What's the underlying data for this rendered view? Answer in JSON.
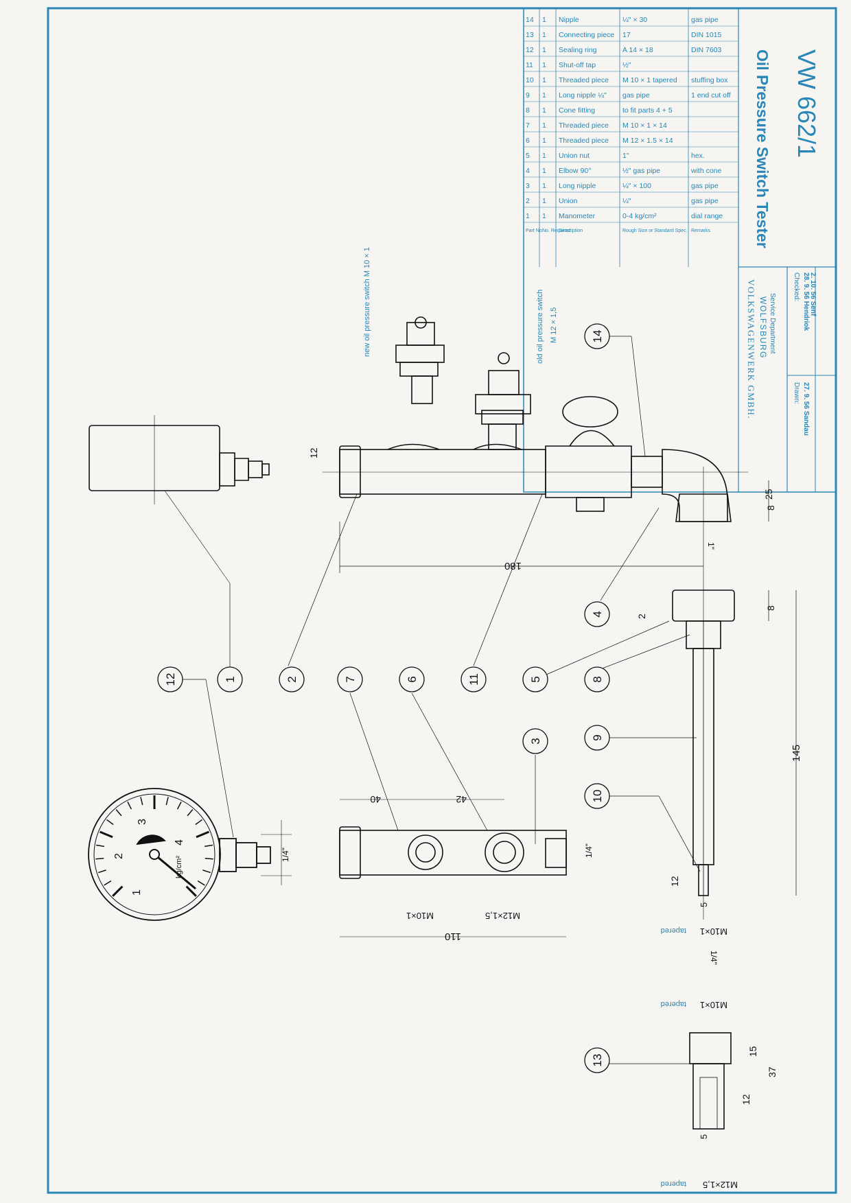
{
  "title_block": {
    "company": "VOLKSWAGENWERK GMBH.",
    "city": "WOLFSBURG",
    "department": "Service Department",
    "drawn_label": "Drawn:",
    "drawn_value": "27. 9. 56 Sandau",
    "checked_label": "Checked:",
    "checked_value_1": "28. 9. 56 Hendriok",
    "checked_value_2": "2. 10. 56 Senf",
    "tool_name": "Oil Pressure Switch Tester",
    "tool_number": "VW 662/1"
  },
  "parts_header": {
    "part_no": "Part No.",
    "no_required": "No. Required",
    "description": "Description",
    "size": "Rough Size or Standard Spec.",
    "remarks": "Remarks"
  },
  "parts": [
    {
      "no": "1",
      "qty": "1",
      "desc": "Manometer",
      "size": "0-4 kg/cm²",
      "remark": "dial range"
    },
    {
      "no": "2",
      "qty": "1",
      "desc": "Union",
      "size": "¼\"",
      "remark": "gas pipe"
    },
    {
      "no": "3",
      "qty": "1",
      "desc": "Long nipple",
      "size": "¼\" × 100",
      "remark": "gas pipe"
    },
    {
      "no": "4",
      "qty": "1",
      "desc": "Elbow 90°",
      "size": "½\" gas pipe",
      "remark": "with cone"
    },
    {
      "no": "5",
      "qty": "1",
      "desc": "Union nut",
      "size": "1\"",
      "remark": "hex."
    },
    {
      "no": "6",
      "qty": "1",
      "desc": "Threaded piece",
      "size": "M 12 × 1.5 × 14",
      "remark": ""
    },
    {
      "no": "7",
      "qty": "1",
      "desc": "Threaded piece",
      "size": "M 10 × 1 × 14",
      "remark": ""
    },
    {
      "no": "8",
      "qty": "1",
      "desc": "Cone fitting",
      "size": "to fit parts 4 + 5",
      "remark": ""
    },
    {
      "no": "9",
      "qty": "1",
      "desc": "Long nipple ¼\"",
      "size": "gas pipe",
      "remark": "1 end cut off"
    },
    {
      "no": "10",
      "qty": "1",
      "desc": "Threaded piece",
      "size": "M 10 × 1 tapered",
      "remark": "stuffing box"
    },
    {
      "no": "11",
      "qty": "1",
      "desc": "Shut-off tap",
      "size": "½\"",
      "remark": ""
    },
    {
      "no": "12",
      "qty": "1",
      "desc": "Sealing ring",
      "size": "A 14 × 18",
      "remark": "DIN 7603"
    },
    {
      "no": "13",
      "qty": "1",
      "desc": "Connecting piece",
      "size": "17",
      "remark": "DIN 1015"
    },
    {
      "no": "14",
      "qty": "1",
      "desc": "Nipple",
      "size": "¼\" × 30",
      "remark": "gas pipe"
    }
  ],
  "callouts": [
    "1",
    "2",
    "3",
    "4",
    "5",
    "6",
    "7",
    "8",
    "9",
    "10",
    "11",
    "12",
    "13",
    "14"
  ],
  "labels": {
    "new_switch": "new oil pressure switch M 10 × 1",
    "old_switch": "old oil pressure switch",
    "old_switch_thread": "M 12 × 1,5",
    "gauge_unit": "kg/cm²",
    "tapered": "tapered",
    "m10x1": "M10×1",
    "m12x15": "M12×1,5",
    "quarter": "1/4\"",
    "inch1": "1\""
  },
  "gauge_numbers": [
    "1",
    "2",
    "3",
    "4"
  ],
  "dimensions": {
    "d180": "180",
    "d110": "110",
    "d145": "145",
    "d40": "40",
    "d42": "42",
    "d12": "12",
    "d25": "25",
    "d8": "8",
    "d2": "2",
    "d5": "5",
    "d15": "15",
    "d37": "37"
  }
}
